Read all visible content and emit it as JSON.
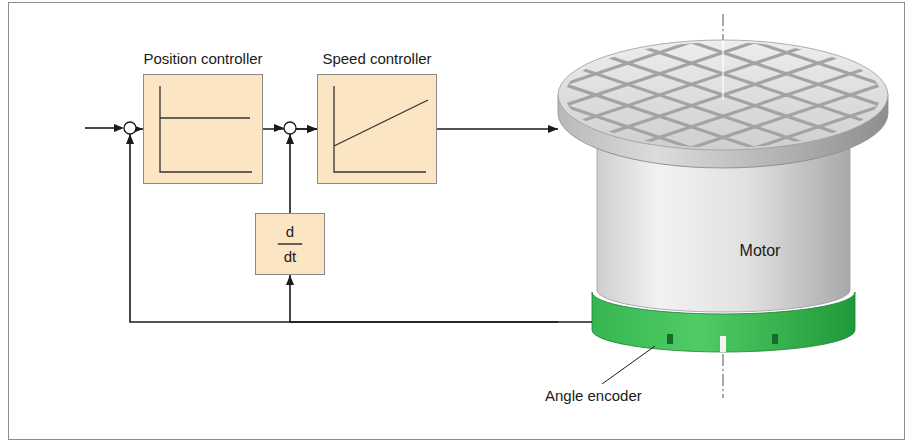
{
  "diagram": {
    "nodes": [
      {
        "text": [
          "Position controller"
        ]
      },
      {
        "text": [
          "Speed controller"
        ]
      },
      {
        "text": [
          "d",
          "dt"
        ]
      },
      {
        "text": [
          "Motor"
        ]
      }
    ],
    "edges": [
      {
        "from": 0,
        "to": 1,
        "arrow": "to"
      },
      {
        "from": 2,
        "to": 1,
        "arrow": "to"
      },
      {
        "from": 1,
        "to": 3,
        "arrow": "to"
      },
      {
        "from": 3,
        "to": 0,
        "arrow": "to"
      },
      {
        "from": 3,
        "to": 2,
        "arrow": "to"
      }
    ],
    "labels": [
      "Angle encoder"
    ]
  }
}
